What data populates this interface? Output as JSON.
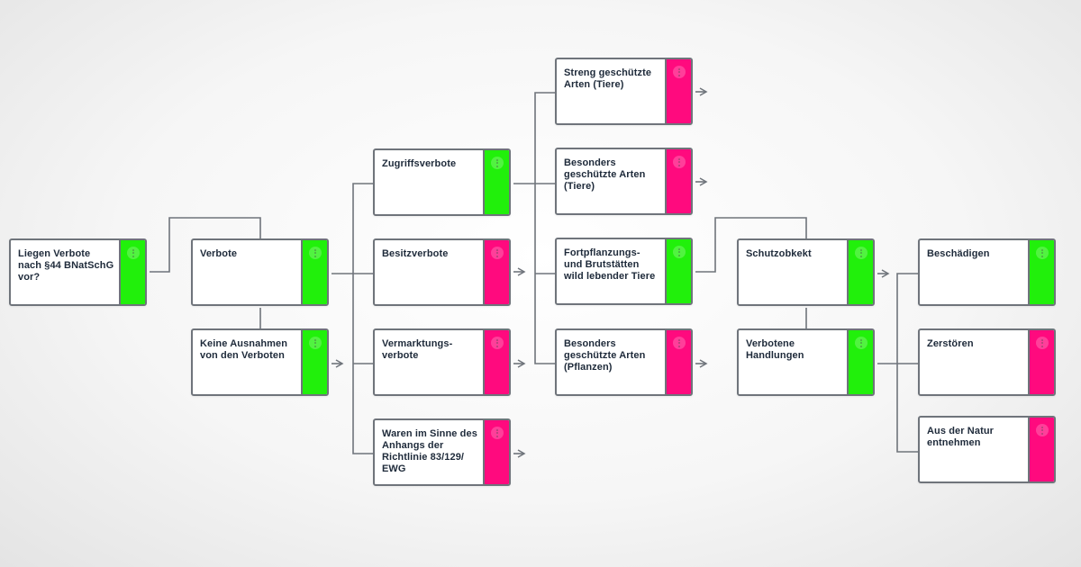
{
  "colors": {
    "yes": "#21f00b",
    "no": "#ff0a7e",
    "line": "#6f747b"
  },
  "nodes": [
    {
      "id": "n1",
      "label": "Liegen Verbote nach §44 BNatSchG vor?",
      "status": "yes"
    },
    {
      "id": "n2",
      "label": "Verbote",
      "status": "yes"
    },
    {
      "id": "n3",
      "label": "Keine Ausnahmen von den Verboten",
      "status": "yes"
    },
    {
      "id": "n4",
      "label": "Zugriffsverbote",
      "status": "yes"
    },
    {
      "id": "n5",
      "label": "Besitzverbote",
      "status": "no"
    },
    {
      "id": "n6",
      "label": "Vermarktungs-verbote",
      "status": "no"
    },
    {
      "id": "n7",
      "label": "Waren im Sinne des Anhangs der Richtlinie 83/129/ EWG",
      "status": "no"
    },
    {
      "id": "n8",
      "label": "Streng geschützte Arten (Tiere)",
      "status": "no"
    },
    {
      "id": "n9",
      "label": "Besonders geschützte Arten (Tiere)",
      "status": "no"
    },
    {
      "id": "n10",
      "label": "Fortpflanzungs- und Brutstätten wild lebender Tiere",
      "status": "yes"
    },
    {
      "id": "n11",
      "label": "Besonders geschützte Arten (Pflanzen)",
      "status": "no"
    },
    {
      "id": "n12",
      "label": "Schutzobkekt",
      "status": "yes"
    },
    {
      "id": "n13",
      "label": "Verbotene Handlungen",
      "status": "yes"
    },
    {
      "id": "n14",
      "label": "Beschädigen",
      "status": "yes"
    },
    {
      "id": "n15",
      "label": "Zerstören",
      "status": "no"
    },
    {
      "id": "n16",
      "label": "Aus der Natur entnehmen",
      "status": "no"
    }
  ]
}
